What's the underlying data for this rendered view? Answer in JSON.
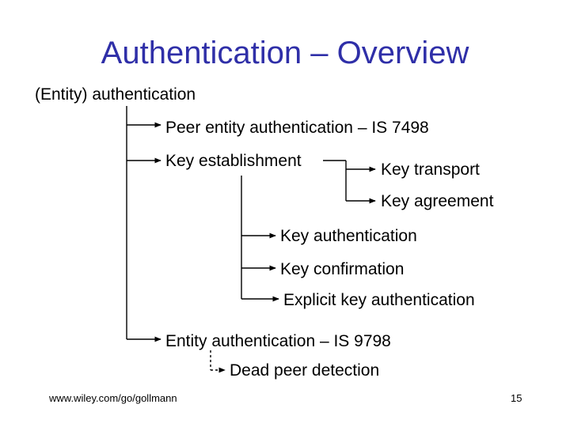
{
  "slide": {
    "title": "Authentication – Overview",
    "root": "(Entity) authentication",
    "items": {
      "peer_entity": "Peer entity authentication – IS 7498",
      "key_establishment": "Key establishment",
      "key_transport": "Key transport",
      "key_agreement": "Key agreement",
      "key_authentication": "Key authentication",
      "key_confirmation": "Key confirmation",
      "explicit_key_authentication": "Explicit key authentication",
      "entity_authentication": "Entity authentication – IS 9798",
      "dead_peer_detection": "Dead peer detection"
    },
    "footer": {
      "url": "www.wiley.com/go/gollmann",
      "page_number": "15"
    }
  },
  "colors": {
    "title": "#2f2fa8",
    "text": "#000000",
    "lines": "#000000"
  }
}
